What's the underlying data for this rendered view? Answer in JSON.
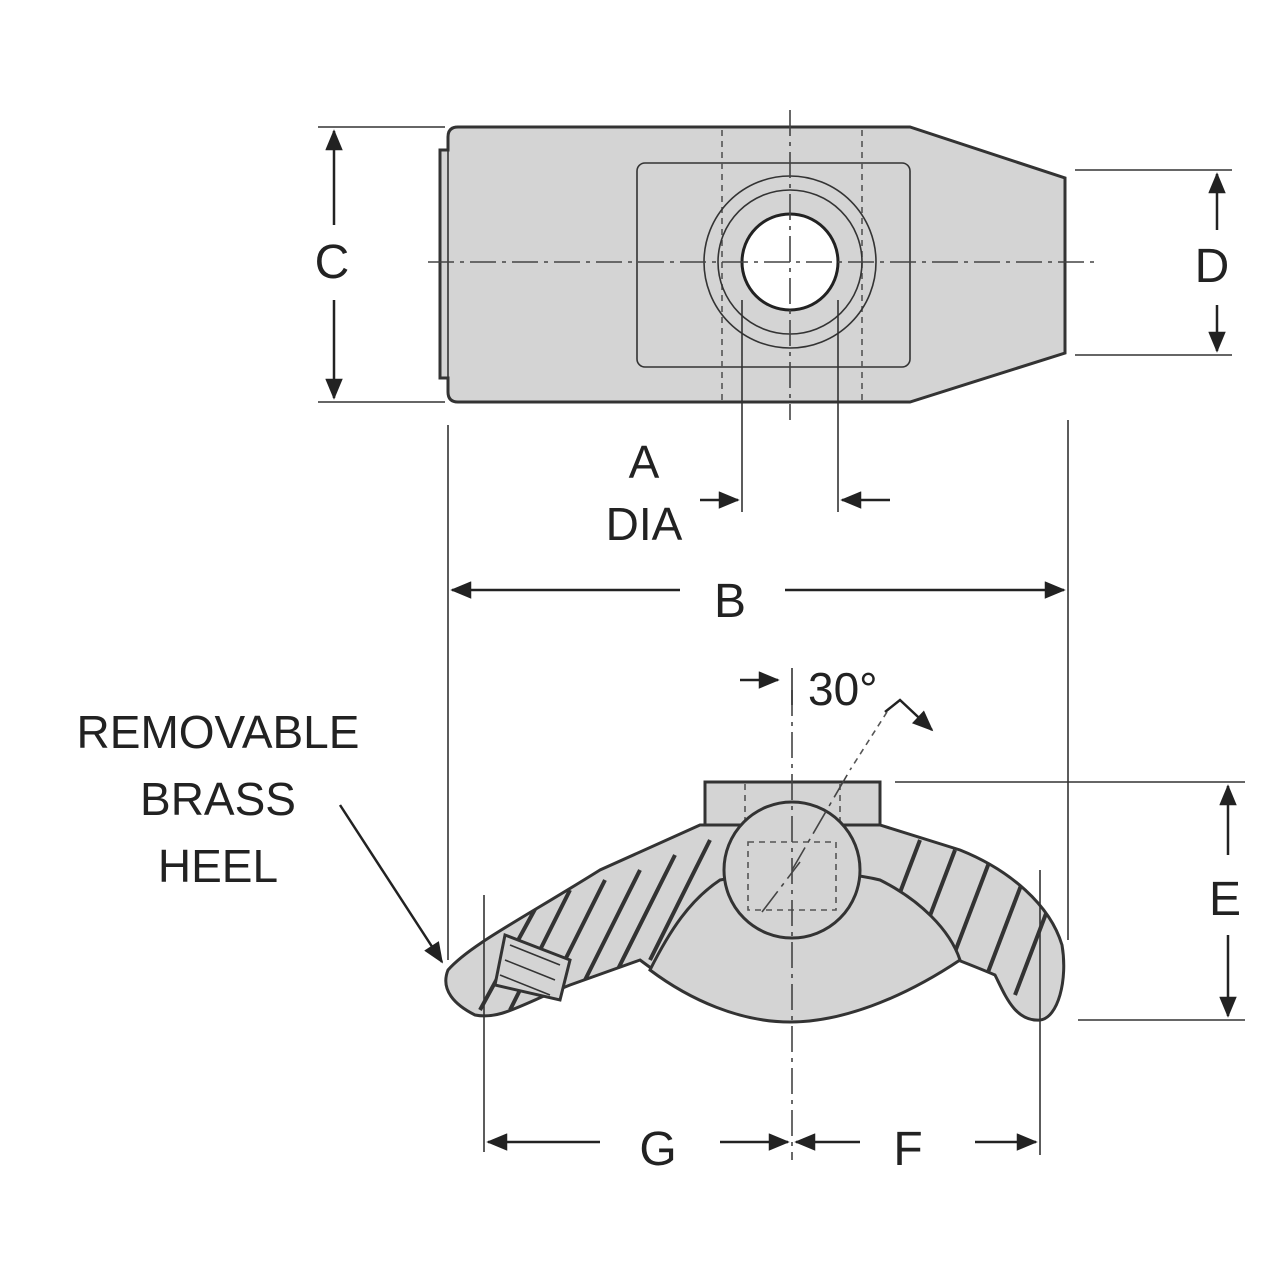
{
  "colors": {
    "part_fill": "#d4d4d4",
    "line": "#222222",
    "background": "#ffffff"
  },
  "labels": {
    "c": "C",
    "d": "D",
    "a_dia_line1": "A",
    "a_dia_line2": "DIA",
    "b": "B",
    "e": "E",
    "f": "F",
    "g": "G",
    "angle": "30°",
    "heel_line1": "REMOVABLE",
    "heel_line2": "BRASS",
    "heel_line3": "HEEL"
  }
}
